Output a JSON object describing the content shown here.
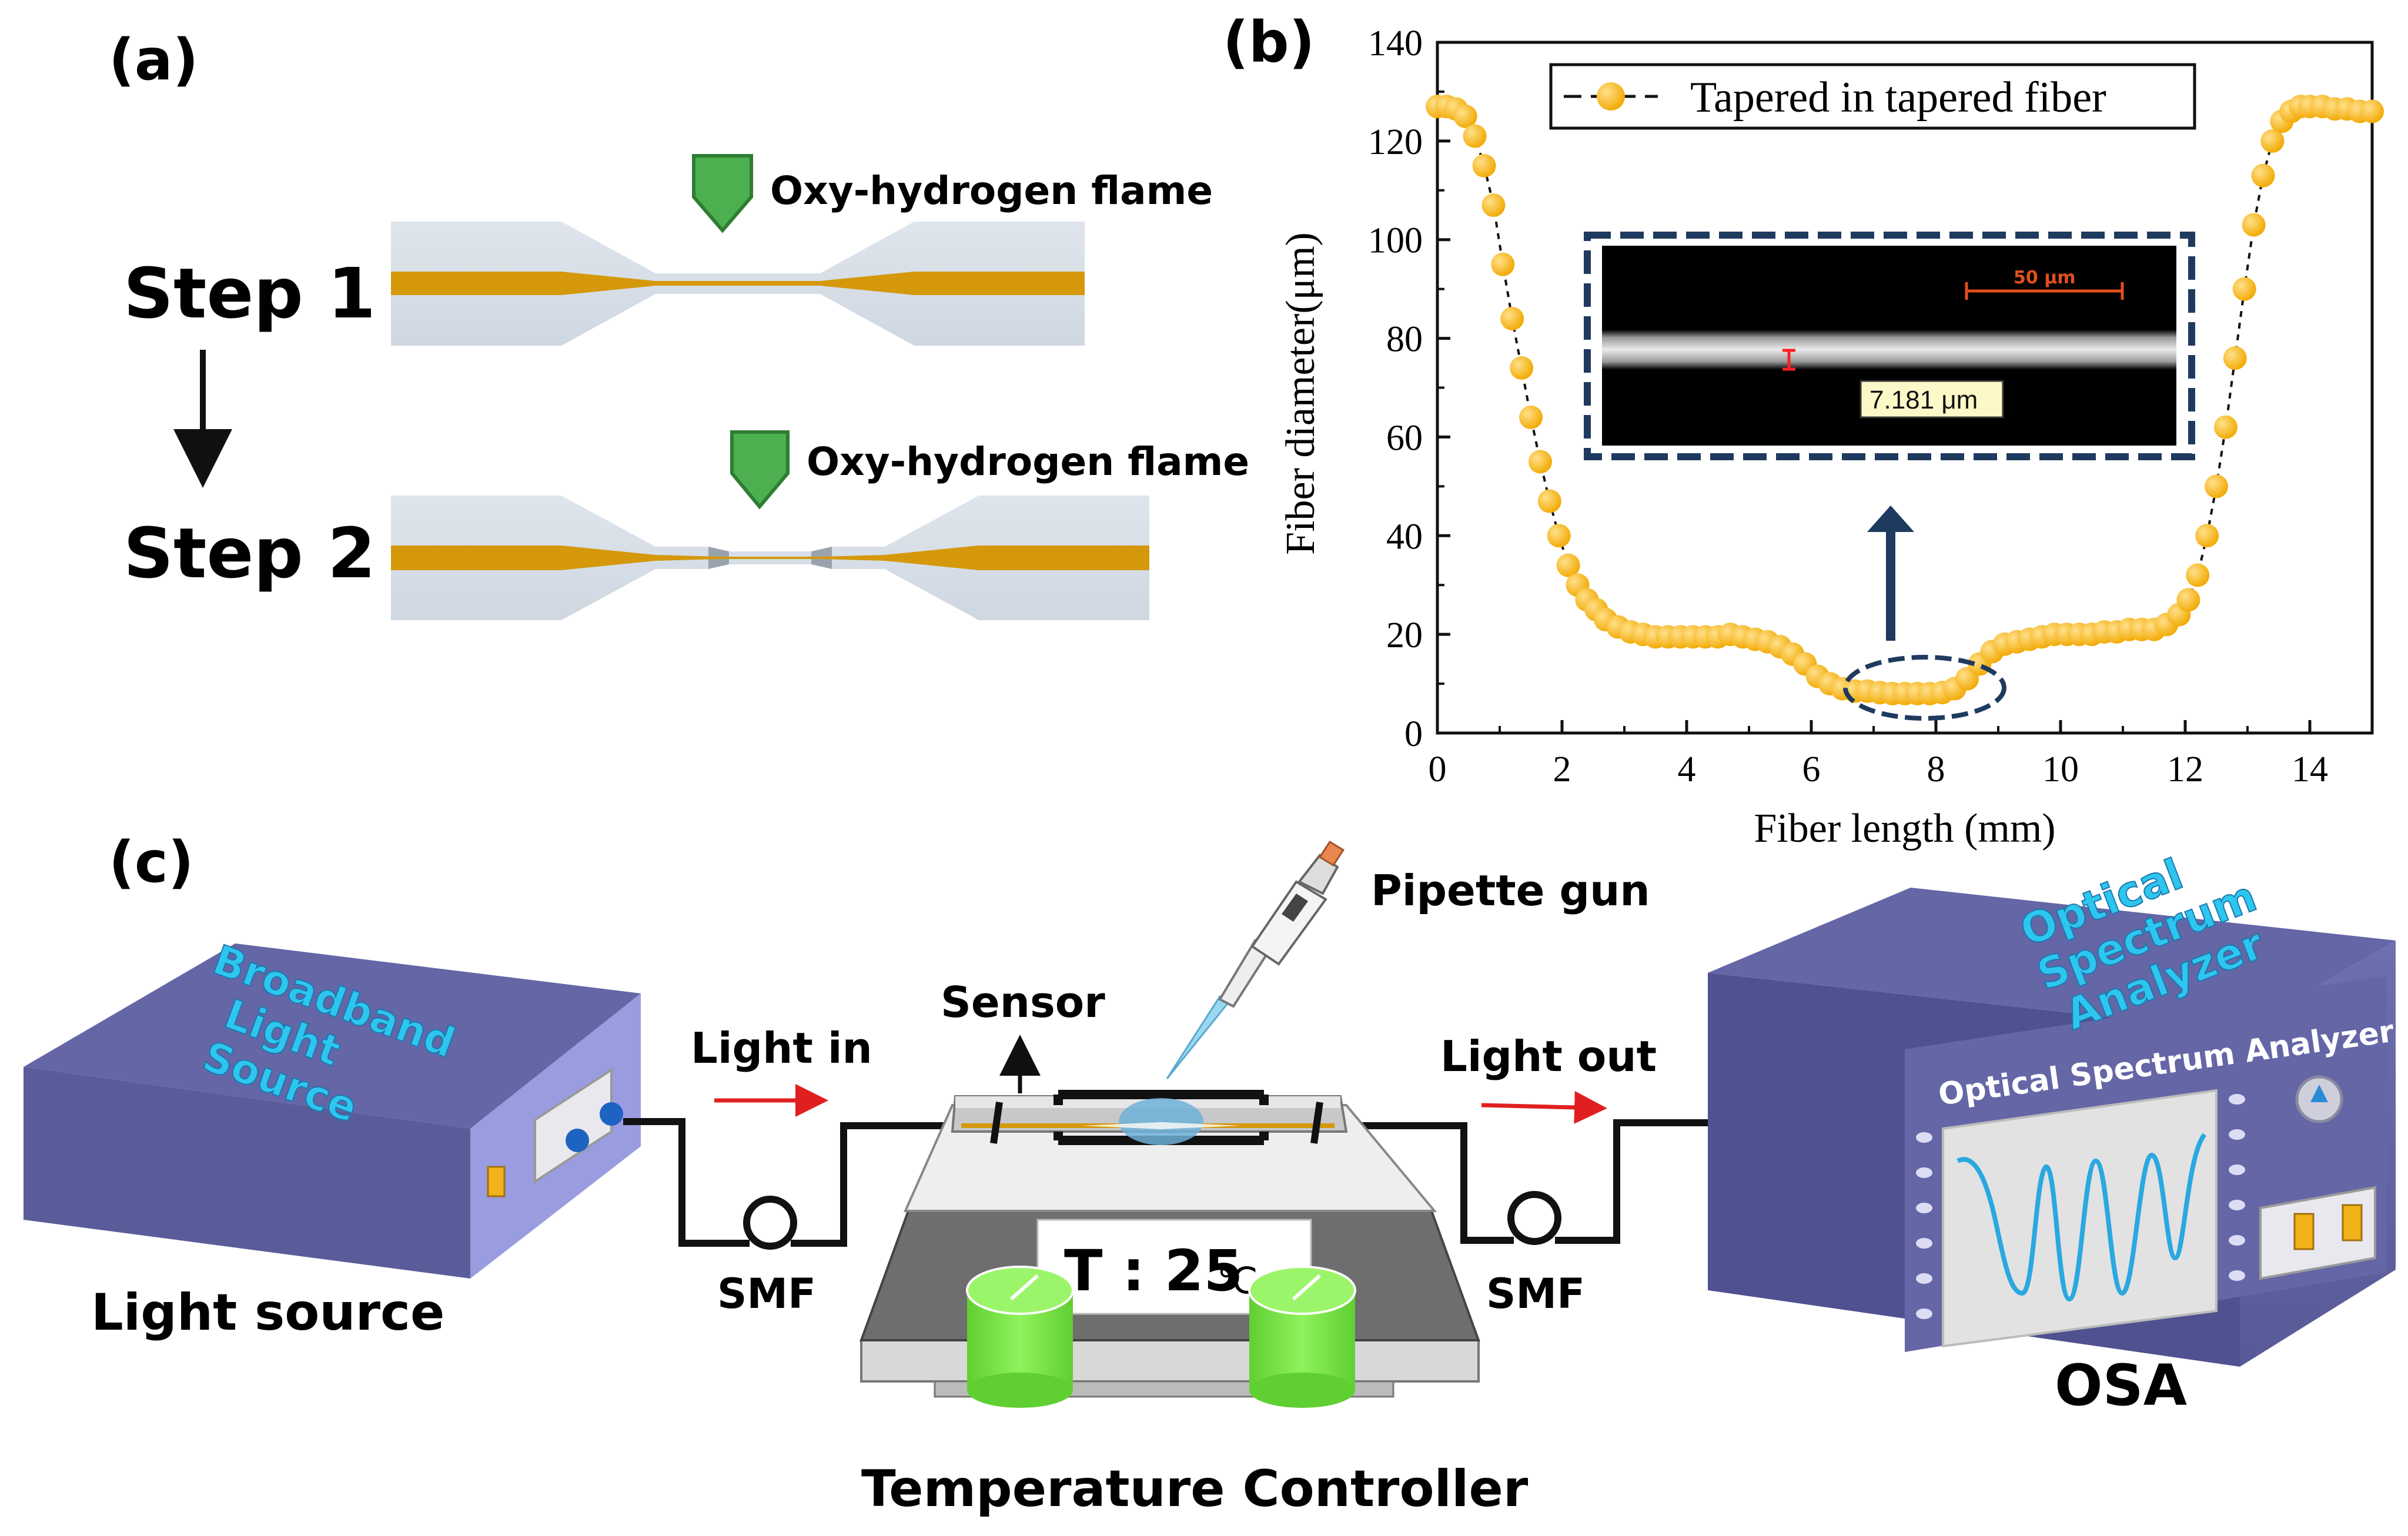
{
  "panel_a": {
    "label": "(a)",
    "step1": "Step 1",
    "step2": "Step 2",
    "flame1": "Oxy-hydrogen flame",
    "flame2": "Oxy-hydrogen flame"
  },
  "panel_b": {
    "label": "(b)",
    "inset_scale": "50 μm",
    "inset_measure": "7.181 μm"
  },
  "panel_c": {
    "label": "(c)",
    "light_source_box": [
      "Broadband",
      "Light",
      "Source"
    ],
    "light_source_label": "Light source",
    "light_in": "Light in",
    "light_out": "Light out",
    "smf_left": "SMF",
    "smf_right": "SMF",
    "sensor": "Sensor",
    "pipette": "Pipette gun",
    "temp_display": "T : 25",
    "temp_unit": "℃",
    "temp_controller": "Temperature Controller",
    "osa_box": [
      "Optical",
      "Spectrum",
      "Analyzer"
    ],
    "osa_front": "Optical Spectrum Analyzer",
    "osa_label": "OSA"
  },
  "colors": {
    "fiber_core": "#d4980a",
    "cladding": "#d6dde6",
    "flame": "#4caf50",
    "marker": "#f5b21a",
    "box_purple": "#6466a6",
    "box_side": "#9a9ce0",
    "box_text": "#2ec6ee",
    "knob_green": "#7be24a",
    "inset_frame": "#1f3a5f",
    "red_arrow": "#e02020"
  },
  "chart_data": {
    "type": "scatter",
    "title": "",
    "xlabel": "Fiber length (mm)",
    "ylabel": "Fiber diameter(μm)",
    "xlim": [
      0,
      15
    ],
    "ylim": [
      0,
      140
    ],
    "xticks": [
      0,
      2,
      4,
      6,
      8,
      10,
      12,
      14
    ],
    "yticks": [
      0,
      20,
      40,
      60,
      80,
      100,
      120,
      140
    ],
    "grid": false,
    "legend_position": "top",
    "series": [
      {
        "name": "Tapered in tapered fiber",
        "x": [
          0,
          0.15,
          0.3,
          0.45,
          0.6,
          0.75,
          0.9,
          1.05,
          1.2,
          1.35,
          1.5,
          1.65,
          1.8,
          1.95,
          2.1,
          2.25,
          2.4,
          2.55,
          2.7,
          2.9,
          3.1,
          3.3,
          3.5,
          3.7,
          3.9,
          4.1,
          4.3,
          4.5,
          4.7,
          4.9,
          5.1,
          5.3,
          5.5,
          5.7,
          5.9,
          6.1,
          6.3,
          6.5,
          6.7,
          6.9,
          7.1,
          7.3,
          7.5,
          7.7,
          7.9,
          8.1,
          8.3,
          8.5,
          8.7,
          8.9,
          9.1,
          9.3,
          9.5,
          9.7,
          9.9,
          10.1,
          10.3,
          10.5,
          10.7,
          10.9,
          11.1,
          11.3,
          11.5,
          11.7,
          11.9,
          12.05,
          12.2,
          12.35,
          12.5,
          12.65,
          12.8,
          12.95,
          13.1,
          13.25,
          13.4,
          13.55,
          13.7,
          13.85,
          14.0,
          14.2,
          14.4,
          14.6,
          14.8,
          15.0
        ],
        "y": [
          127,
          127,
          126.5,
          125,
          121,
          115,
          107,
          95,
          84,
          74,
          64,
          55,
          47,
          40,
          34,
          30,
          27,
          25,
          23,
          21.5,
          20.5,
          20,
          19.5,
          19.5,
          19.5,
          19.5,
          19.5,
          19.5,
          20,
          19.5,
          19,
          18.5,
          17.5,
          16,
          14,
          11.5,
          10,
          9,
          8.5,
          8.5,
          8.2,
          8,
          8,
          8,
          8,
          8.2,
          9,
          11,
          14,
          16.5,
          18,
          18.5,
          19,
          19.5,
          20,
          20,
          20,
          20,
          20.5,
          20.5,
          21,
          21,
          21,
          22,
          24,
          27,
          32,
          40,
          50,
          62,
          76,
          90,
          103,
          113,
          120,
          124,
          126,
          127,
          127,
          127,
          126.5,
          126.5,
          126,
          126
        ]
      }
    ]
  }
}
